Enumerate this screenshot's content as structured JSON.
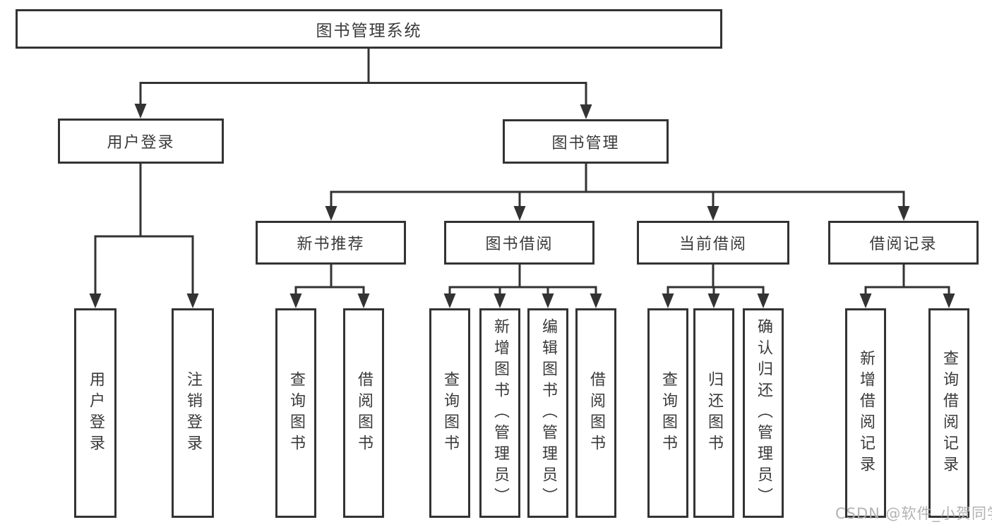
{
  "tree": {
    "root": {
      "label": "图书管理系统"
    },
    "user_login": {
      "label": "用户登录",
      "children": [
        {
          "label": "用户登录"
        },
        {
          "label": "注销登录"
        }
      ]
    },
    "book_mgmt": {
      "label": "图书管理",
      "sections": [
        {
          "label": "新书推荐",
          "children": [
            {
              "label": "查询图书"
            },
            {
              "label": "借阅图书"
            }
          ]
        },
        {
          "label": "图书借阅",
          "children": [
            {
              "label": "查询图书"
            },
            {
              "label": "新增图书（管理员）"
            },
            {
              "label": "编辑图书（管理员）"
            },
            {
              "label": "借阅图书"
            }
          ]
        },
        {
          "label": "当前借阅",
          "children": [
            {
              "label": "查询图书"
            },
            {
              "label": "归还图书"
            },
            {
              "label": "确认归还（管理员）"
            }
          ]
        },
        {
          "label": "借阅记录",
          "children": [
            {
              "label": "新增借阅记录"
            },
            {
              "label": "查询借阅记录"
            }
          ]
        }
      ]
    }
  },
  "watermark": {
    "text": "CSDN @软件_小贺同学"
  },
  "colors": {
    "line": "#333333",
    "text": "#3a3a3a",
    "background": "#ffffff",
    "watermark": "#afafaf"
  }
}
